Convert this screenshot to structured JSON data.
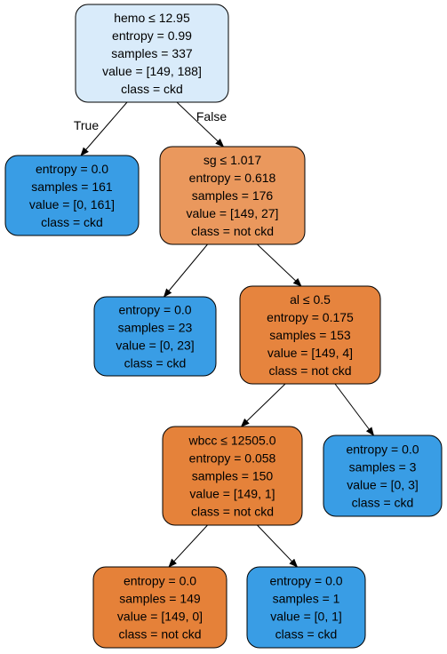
{
  "tree": {
    "nodes": [
      {
        "id": "n0",
        "lines": [
          "hemo ≤ 12.95",
          "entropy = 0.99",
          "samples = 337",
          "value = [149, 188]",
          "class = ckd"
        ],
        "fill": "#d9ebfa"
      },
      {
        "id": "n1",
        "lines": [
          "entropy = 0.0",
          "samples = 161",
          "value = [0, 161]",
          "class = ckd"
        ],
        "fill": "#399de5"
      },
      {
        "id": "n2",
        "lines": [
          "sg ≤ 1.017",
          "entropy = 0.618",
          "samples = 176",
          "value = [149, 27]",
          "class = not ckd"
        ],
        "fill": "#ea985d"
      },
      {
        "id": "n3",
        "lines": [
          "entropy = 0.0",
          "samples = 23",
          "value = [0, 23]",
          "class = ckd"
        ],
        "fill": "#399de5"
      },
      {
        "id": "n4",
        "lines": [
          "al ≤ 0.5",
          "entropy = 0.175",
          "samples = 153",
          "value = [149, 4]",
          "class = not ckd"
        ],
        "fill": "#e6843e"
      },
      {
        "id": "n5",
        "lines": [
          "wbcc ≤ 12505.0",
          "entropy = 0.058",
          "samples = 150",
          "value = [149, 1]",
          "class = not ckd"
        ],
        "fill": "#e5823a"
      },
      {
        "id": "n6",
        "lines": [
          "entropy = 0.0",
          "samples = 3",
          "value = [0, 3]",
          "class = ckd"
        ],
        "fill": "#399de5"
      },
      {
        "id": "n7",
        "lines": [
          "entropy = 0.0",
          "samples = 149",
          "value = [149, 0]",
          "class = not ckd"
        ],
        "fill": "#e58139"
      },
      {
        "id": "n8",
        "lines": [
          "entropy = 0.0",
          "samples = 1",
          "value = [0, 1]",
          "class = ckd"
        ],
        "fill": "#399de5"
      }
    ],
    "edges": [
      {
        "from": "n0",
        "to": "n1",
        "label": "True"
      },
      {
        "from": "n0",
        "to": "n2",
        "label": "False"
      },
      {
        "from": "n2",
        "to": "n3",
        "label": ""
      },
      {
        "from": "n2",
        "to": "n4",
        "label": ""
      },
      {
        "from": "n4",
        "to": "n5",
        "label": ""
      },
      {
        "from": "n4",
        "to": "n6",
        "label": ""
      },
      {
        "from": "n5",
        "to": "n7",
        "label": ""
      },
      {
        "from": "n5",
        "to": "n8",
        "label": ""
      }
    ]
  }
}
